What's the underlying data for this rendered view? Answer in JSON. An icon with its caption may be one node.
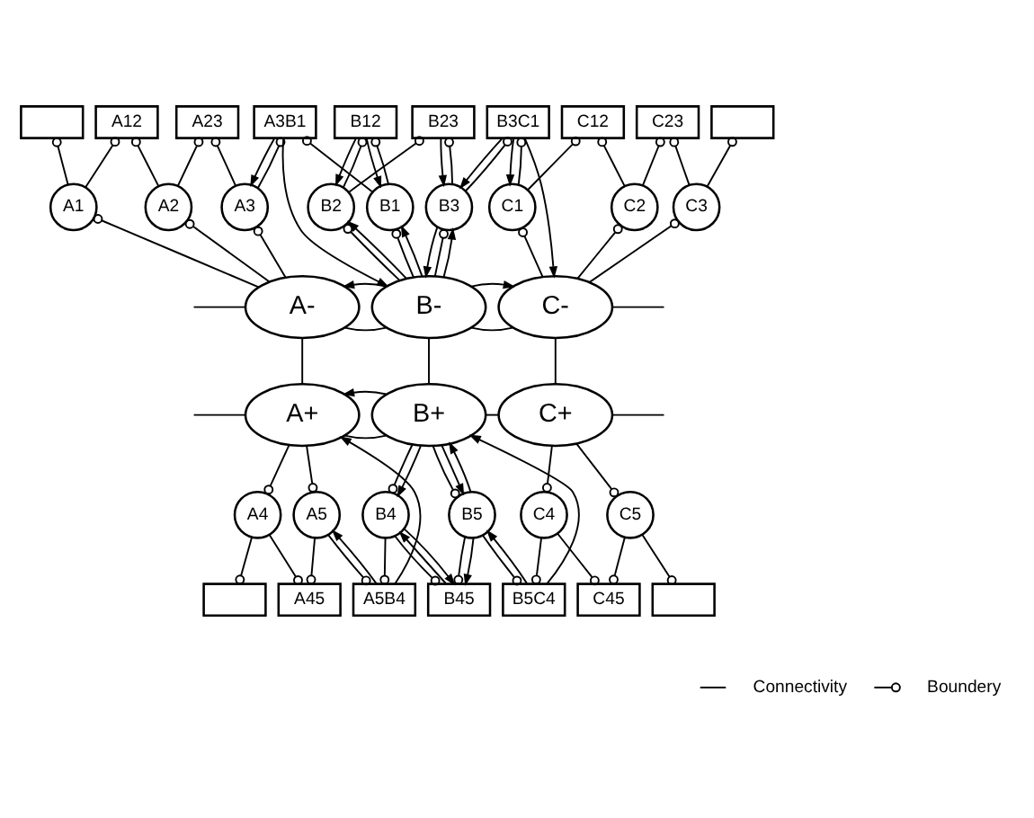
{
  "diagram": {
    "nodes": [
      {
        "text": [],
        "shape": "box"
      },
      {
        "text": [
          "A12"
        ]
      },
      {
        "text": [
          "A23"
        ]
      },
      {
        "text": [
          "A3B1"
        ]
      },
      {
        "text": [
          "B12"
        ]
      },
      {
        "text": [
          "B23"
        ]
      },
      {
        "text": [
          "B3C1"
        ]
      },
      {
        "text": [
          "C12"
        ]
      },
      {
        "text": [
          "C23"
        ]
      },
      {
        "text": [],
        "shape": "box"
      },
      {
        "text": [
          "A1"
        ]
      },
      {
        "text": [
          "A2"
        ]
      },
      {
        "text": [
          "A3"
        ]
      },
      {
        "text": [
          "B1"
        ]
      },
      {
        "text": [
          "B2"
        ]
      },
      {
        "text": [
          "B3"
        ]
      },
      {
        "text": [
          "C1"
        ]
      },
      {
        "text": [
          "C2"
        ]
      },
      {
        "text": [
          "C3"
        ]
      },
      {
        "text": [
          "A-"
        ]
      },
      {
        "text": [
          "B-"
        ]
      },
      {
        "text": [
          "C-"
        ]
      },
      {
        "text": [
          "A+"
        ]
      },
      {
        "text": [
          "B+"
        ]
      },
      {
        "text": [
          "C+"
        ]
      },
      {
        "text": [
          "A4"
        ]
      },
      {
        "text": [
          "A5"
        ]
      },
      {
        "text": [
          "B4"
        ]
      },
      {
        "text": [
          "B5"
        ]
      },
      {
        "text": [
          "C4"
        ]
      },
      {
        "text": [
          "C5"
        ]
      },
      {
        "text": [],
        "shape": "box"
      },
      {
        "text": [
          "A45"
        ]
      },
      {
        "text": [
          "A5B4"
        ]
      },
      {
        "text": [
          "B45"
        ]
      },
      {
        "text": [
          "B5C4"
        ]
      },
      {
        "text": [
          "C45"
        ]
      },
      {
        "text": [],
        "shape": "box"
      }
    ],
    "edges": [
      {
        "from": 10,
        "to": 0,
        "arrow": "other"
      },
      {
        "from": 10,
        "to": 1,
        "arrow": "other"
      },
      {
        "from": 11,
        "to": 1,
        "arrow": "other"
      },
      {
        "from": 11,
        "to": 2,
        "arrow": "other"
      },
      {
        "from": 12,
        "to": 2,
        "arrow": "other"
      },
      {
        "from": 12,
        "to": 3,
        "arrow": "other"
      },
      {
        "from": 13,
        "to": 3,
        "arrow": "other"
      },
      {
        "from": 13,
        "to": 4,
        "arrow": "other"
      },
      {
        "from": 14,
        "to": 4,
        "arrow": "other"
      },
      {
        "from": 14,
        "to": 5,
        "arrow": "other"
      },
      {
        "from": 15,
        "to": 5,
        "arrow": "other"
      },
      {
        "from": 15,
        "to": 6,
        "arrow": "other"
      },
      {
        "from": 16,
        "to": 6,
        "arrow": "other"
      },
      {
        "from": 16,
        "to": 7,
        "arrow": "other"
      },
      {
        "from": 17,
        "to": 7,
        "arrow": "other"
      },
      {
        "from": 17,
        "to": 8,
        "arrow": "other"
      },
      {
        "from": 18,
        "to": 8,
        "arrow": "other"
      },
      {
        "from": 18,
        "to": 9,
        "arrow": "other"
      },
      {
        "from": 19,
        "to": 10,
        "arrow": "other"
      },
      {
        "from": 19,
        "to": 11,
        "arrow": "other"
      },
      {
        "from": 19,
        "to": 12,
        "arrow": "other"
      },
      {
        "from": 20,
        "to": 13,
        "arrow": "other"
      },
      {
        "from": 20,
        "to": 14,
        "arrow": "other"
      },
      {
        "from": 20,
        "to": 15,
        "arrow": "other"
      },
      {
        "from": 21,
        "to": 16,
        "arrow": "other"
      },
      {
        "from": 21,
        "to": 17,
        "arrow": "other"
      },
      {
        "from": 21,
        "to": 18,
        "arrow": "other"
      },
      {
        "from": 3,
        "to": 12,
        "arrow": "to"
      },
      {
        "from": 3,
        "to": 20,
        "arrow": "to"
      },
      {
        "from": 20,
        "to": 13,
        "arrow": "to"
      },
      {
        "from": 4,
        "to": 13,
        "arrow": "to"
      },
      {
        "from": 4,
        "to": 14,
        "arrow": "to"
      },
      {
        "from": 20,
        "to": 14,
        "arrow": "to"
      },
      {
        "from": 20,
        "to": 15,
        "arrow": "to"
      },
      {
        "from": 15,
        "to": 20,
        "arrow": "to"
      },
      {
        "from": 5,
        "to": 15,
        "arrow": "to"
      },
      {
        "from": 6,
        "to": 15,
        "arrow": "to"
      },
      {
        "from": 6,
        "to": 21,
        "arrow": "to"
      },
      {
        "from": 6,
        "to": 16,
        "arrow": "to"
      },
      {
        "from": null,
        "to": 19,
        "arrow": "none"
      },
      {
        "from": 19,
        "to": 20,
        "arrow": "none"
      },
      {
        "from": 20,
        "to": 19,
        "arrow": "to"
      },
      {
        "from": 20,
        "to": 21,
        "arrow": "none"
      },
      {
        "from": 20,
        "to": 21,
        "arrow": "to"
      },
      {
        "from": 21,
        "to": null,
        "arrow": "none"
      },
      {
        "from": 19,
        "to": 22,
        "arrow": "none"
      },
      {
        "from": 20,
        "to": 23,
        "arrow": "none"
      },
      {
        "from": 21,
        "to": 24,
        "arrow": "none"
      },
      {
        "from": null,
        "to": 22,
        "arrow": "none"
      },
      {
        "from": 22,
        "to": 23,
        "arrow": "none"
      },
      {
        "from": 23,
        "to": 22,
        "arrow": "to"
      },
      {
        "from": 23,
        "to": 24,
        "arrow": "none"
      },
      {
        "from": 24,
        "to": null,
        "arrow": "none"
      },
      {
        "from": 22,
        "to": 25,
        "arrow": "other"
      },
      {
        "from": 22,
        "to": 26,
        "arrow": "other"
      },
      {
        "from": 23,
        "to": 27,
        "arrow": "other"
      },
      {
        "from": 23,
        "to": 28,
        "arrow": "other"
      },
      {
        "from": 24,
        "to": 29,
        "arrow": "other"
      },
      {
        "from": 24,
        "to": 30,
        "arrow": "other"
      },
      {
        "from": 25,
        "to": 31,
        "arrow": "other"
      },
      {
        "from": 25,
        "to": 32,
        "arrow": "other"
      },
      {
        "from": 26,
        "to": 32,
        "arrow": "other"
      },
      {
        "from": 26,
        "to": 33,
        "arrow": "other"
      },
      {
        "from": 27,
        "to": 33,
        "arrow": "other"
      },
      {
        "from": 27,
        "to": 34,
        "arrow": "other"
      },
      {
        "from": 28,
        "to": 34,
        "arrow": "other"
      },
      {
        "from": 28,
        "to": 35,
        "arrow": "other"
      },
      {
        "from": 29,
        "to": 35,
        "arrow": "other"
      },
      {
        "from": 29,
        "to": 36,
        "arrow": "other"
      },
      {
        "from": 30,
        "to": 36,
        "arrow": "other"
      },
      {
        "from": 30,
        "to": 37,
        "arrow": "other"
      },
      {
        "from": 33,
        "to": 22,
        "arrow": "to"
      },
      {
        "from": 33,
        "to": 26,
        "arrow": "to"
      },
      {
        "from": 23,
        "to": 27,
        "arrow": "to"
      },
      {
        "from": 34,
        "to": 27,
        "arrow": "to"
      },
      {
        "from": 27,
        "to": 34,
        "arrow": "to"
      },
      {
        "from": 23,
        "to": 28,
        "arrow": "to"
      },
      {
        "from": 28,
        "to": 23,
        "arrow": "to"
      },
      {
        "from": 28,
        "to": 34,
        "arrow": "to"
      },
      {
        "from": 35,
        "to": 28,
        "arrow": "to"
      },
      {
        "from": 35,
        "to": 23,
        "arrow": "to"
      }
    ],
    "legend": [
      {
        "text": "Connectivity"
      },
      {
        "text": "Boundery"
      }
    ]
  }
}
